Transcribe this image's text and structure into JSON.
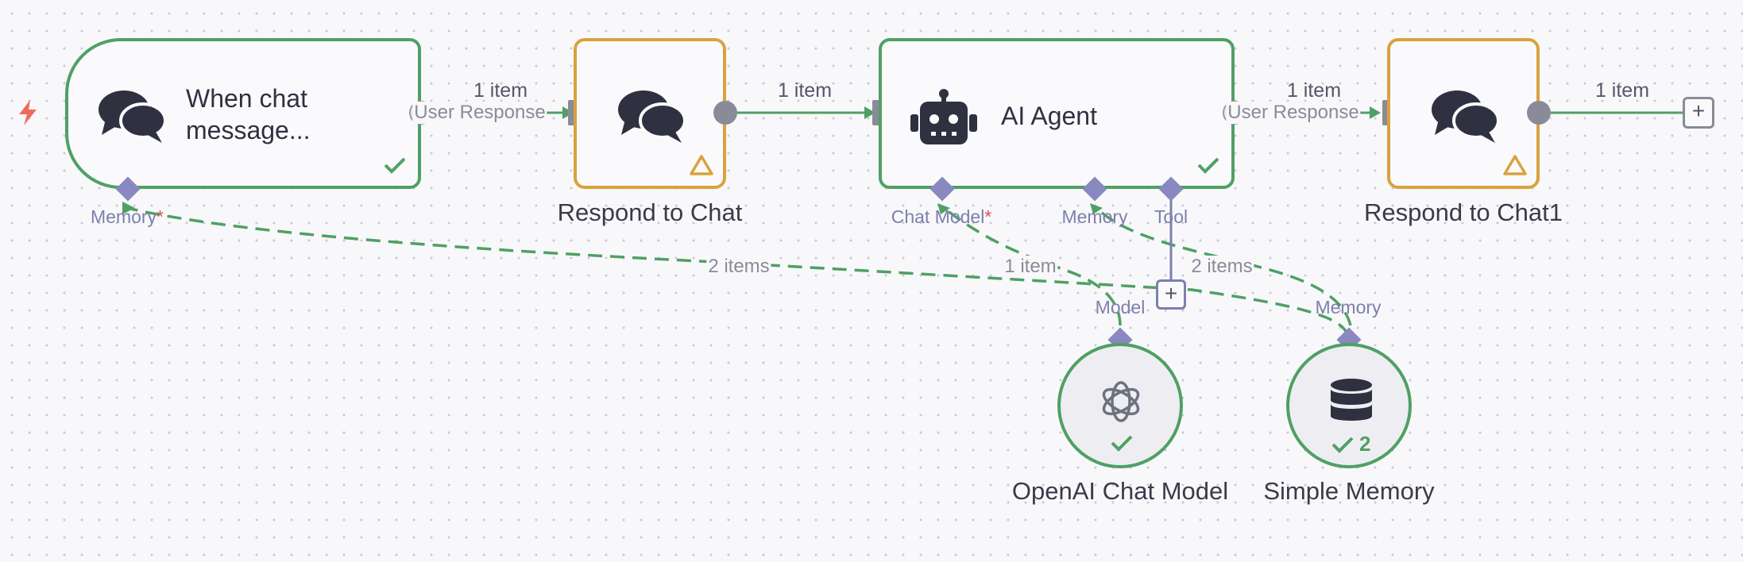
{
  "nodes": {
    "chat_trigger": {
      "title_line1": "When chat",
      "title_line2": "message...",
      "memory_port_label": "Memory",
      "required_mark": "*"
    },
    "respond1": {
      "label": "Respond to Chat"
    },
    "ai_agent": {
      "title": "AI Agent",
      "port_chat_model": "Chat Model",
      "required_mark": "*",
      "port_memory": "Memory",
      "port_tool": "Tool"
    },
    "respond2": {
      "label": "Respond to Chat1"
    },
    "openai": {
      "label": "OpenAI Chat Model",
      "port_label": "Model"
    },
    "memory": {
      "label": "Simple Memory",
      "port_label": "Memory",
      "run_count": "2"
    }
  },
  "connections": {
    "trigger_to_respond": {
      "count_label": "1 item",
      "type_label": "User Response"
    },
    "respond_to_agent": {
      "count_label": "1 item"
    },
    "agent_to_respond2": {
      "count_label": "1 item",
      "type_label": "User Response"
    },
    "respond2_out": {
      "count_label": "1 item"
    },
    "memory_to_trigger": {
      "count_label": "2 items"
    },
    "model_to_agent": {
      "count_label": "1 item"
    },
    "memory_to_agent": {
      "count_label": "2 items"
    }
  },
  "colors": {
    "success": "#4fa064",
    "warning": "#d9a23e",
    "port": "#8a88c0",
    "trigger_bolt": "#ee6b5c"
  },
  "icons": {
    "trigger": "chat-bubbles-icon",
    "agent": "robot-icon",
    "openai": "openai-logo-icon",
    "memory": "database-icon",
    "bolt": "lightning-icon"
  }
}
